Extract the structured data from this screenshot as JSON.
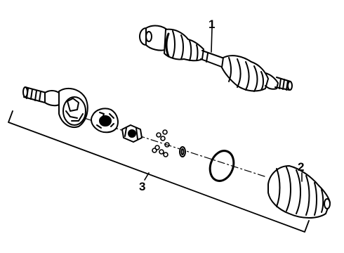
{
  "diagram": {
    "callouts": [
      {
        "id": "1",
        "label": "1"
      },
      {
        "id": "2",
        "label": "2"
      },
      {
        "id": "3",
        "label": "3"
      }
    ]
  },
  "colors": {
    "ink": "#000000",
    "paper": "#ffffff"
  }
}
